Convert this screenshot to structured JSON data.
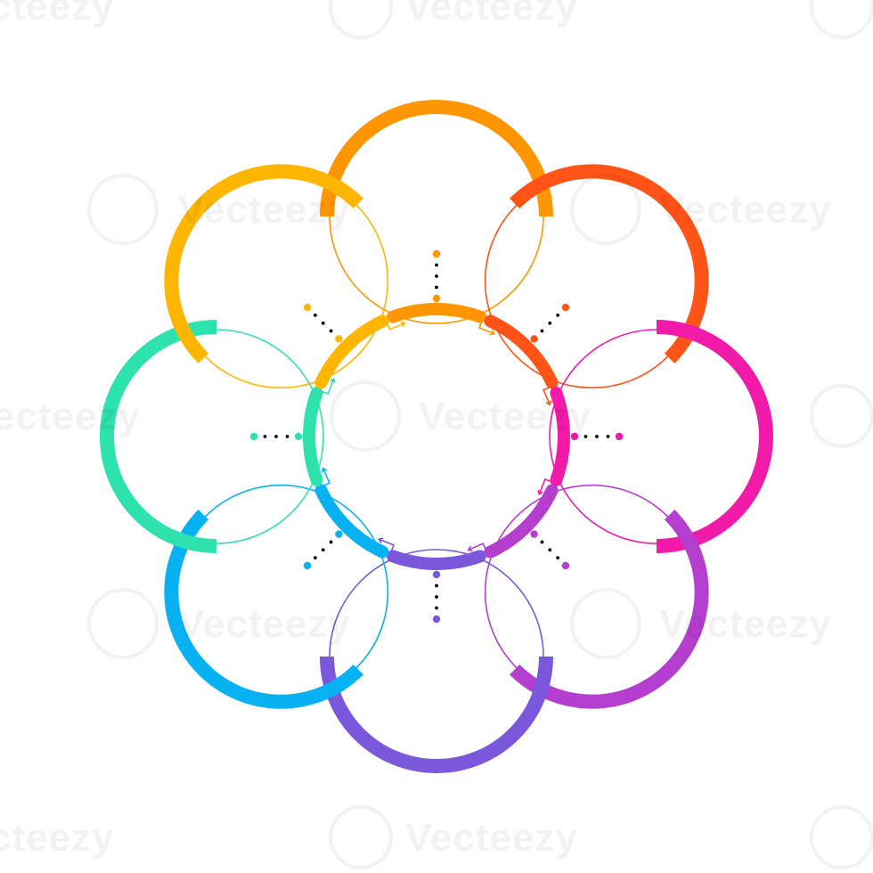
{
  "diagram": {
    "type": "radial-cycle",
    "steps": [
      {
        "position": "top",
        "color": "#FF9500"
      },
      {
        "position": "top-right",
        "color": "#FF5318"
      },
      {
        "position": "right",
        "color": "#F21AA9"
      },
      {
        "position": "bottom-right",
        "color": "#B43FCF"
      },
      {
        "position": "bottom",
        "color": "#7B57DB"
      },
      {
        "position": "bottom-left",
        "color": "#08B1F1"
      },
      {
        "position": "left",
        "color": "#2EE2AE"
      },
      {
        "position": "top-left",
        "color": "#FFB600"
      }
    ],
    "connector_color": "#000000"
  },
  "watermark": {
    "text": "Vecteezy",
    "text_partial_left": "ecteezy",
    "text_partial_edge": "cteezy",
    "color": "#000000"
  }
}
